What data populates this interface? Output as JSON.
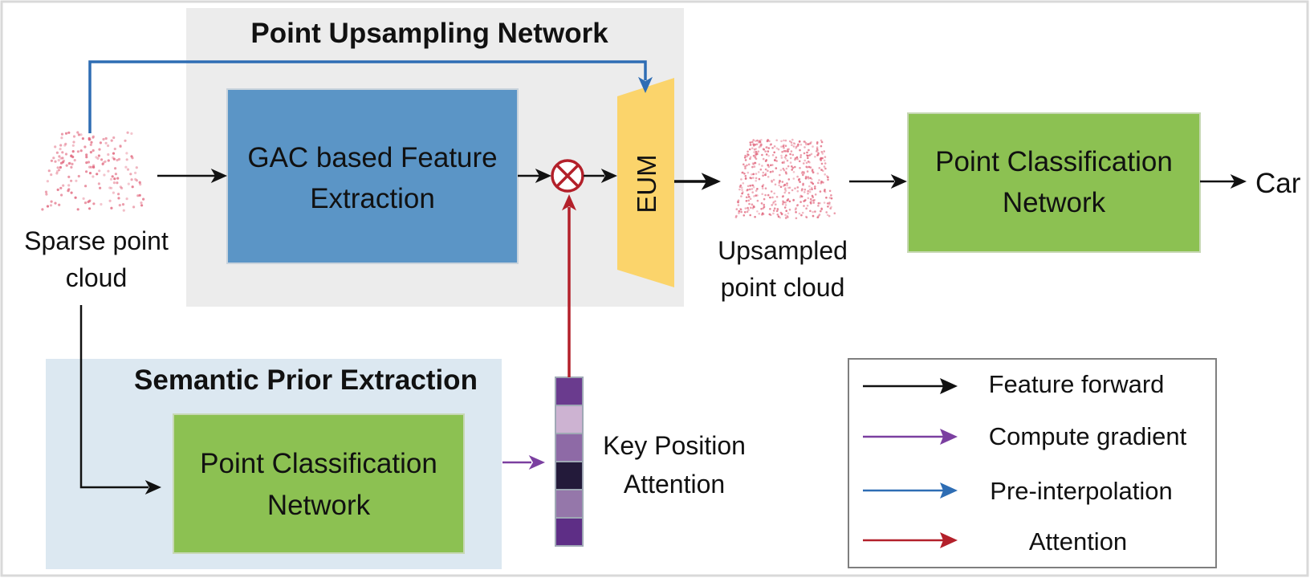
{
  "panels": {
    "upsampling_title": "Point Upsampling Network",
    "semantic_title": "Semantic Prior Extraction"
  },
  "blocks": {
    "gac_line1": "GAC based Feature",
    "gac_line2": "Extraction",
    "eum": "EUM",
    "pcn_top_line1": "Point Classification",
    "pcn_top_line2": "Network",
    "pcn_bottom_line1": "Point Classification",
    "pcn_bottom_line2": "Network"
  },
  "labels": {
    "sparse_line1": "Sparse point",
    "sparse_line2": "cloud",
    "upsampled_line1": "Upsampled",
    "upsampled_line2": "point cloud",
    "output": "Car",
    "kpa_line1": "Key Position",
    "kpa_line2": "Attention"
  },
  "attention_cells": [
    "#6a3b8e",
    "#cdb3d2",
    "#8e6aa6",
    "#231a3a",
    "#9577aa",
    "#5e2e86"
  ],
  "legend": {
    "items": [
      {
        "label": "Feature forward",
        "color": "#111111"
      },
      {
        "label": "Compute gradient",
        "color": "#7b3fa0"
      },
      {
        "label": "Pre-interpolation",
        "color": "#2e6db4"
      },
      {
        "label": "Attention",
        "color": "#b3202a"
      }
    ]
  },
  "colors": {
    "blue_block": "#5b95c6",
    "green_block": "#8cc152",
    "eum_fill": "#fbd46b",
    "upsampling_panel": "#ececec",
    "semantic_panel": "#dce8f1",
    "point_color": "#e0637a"
  }
}
